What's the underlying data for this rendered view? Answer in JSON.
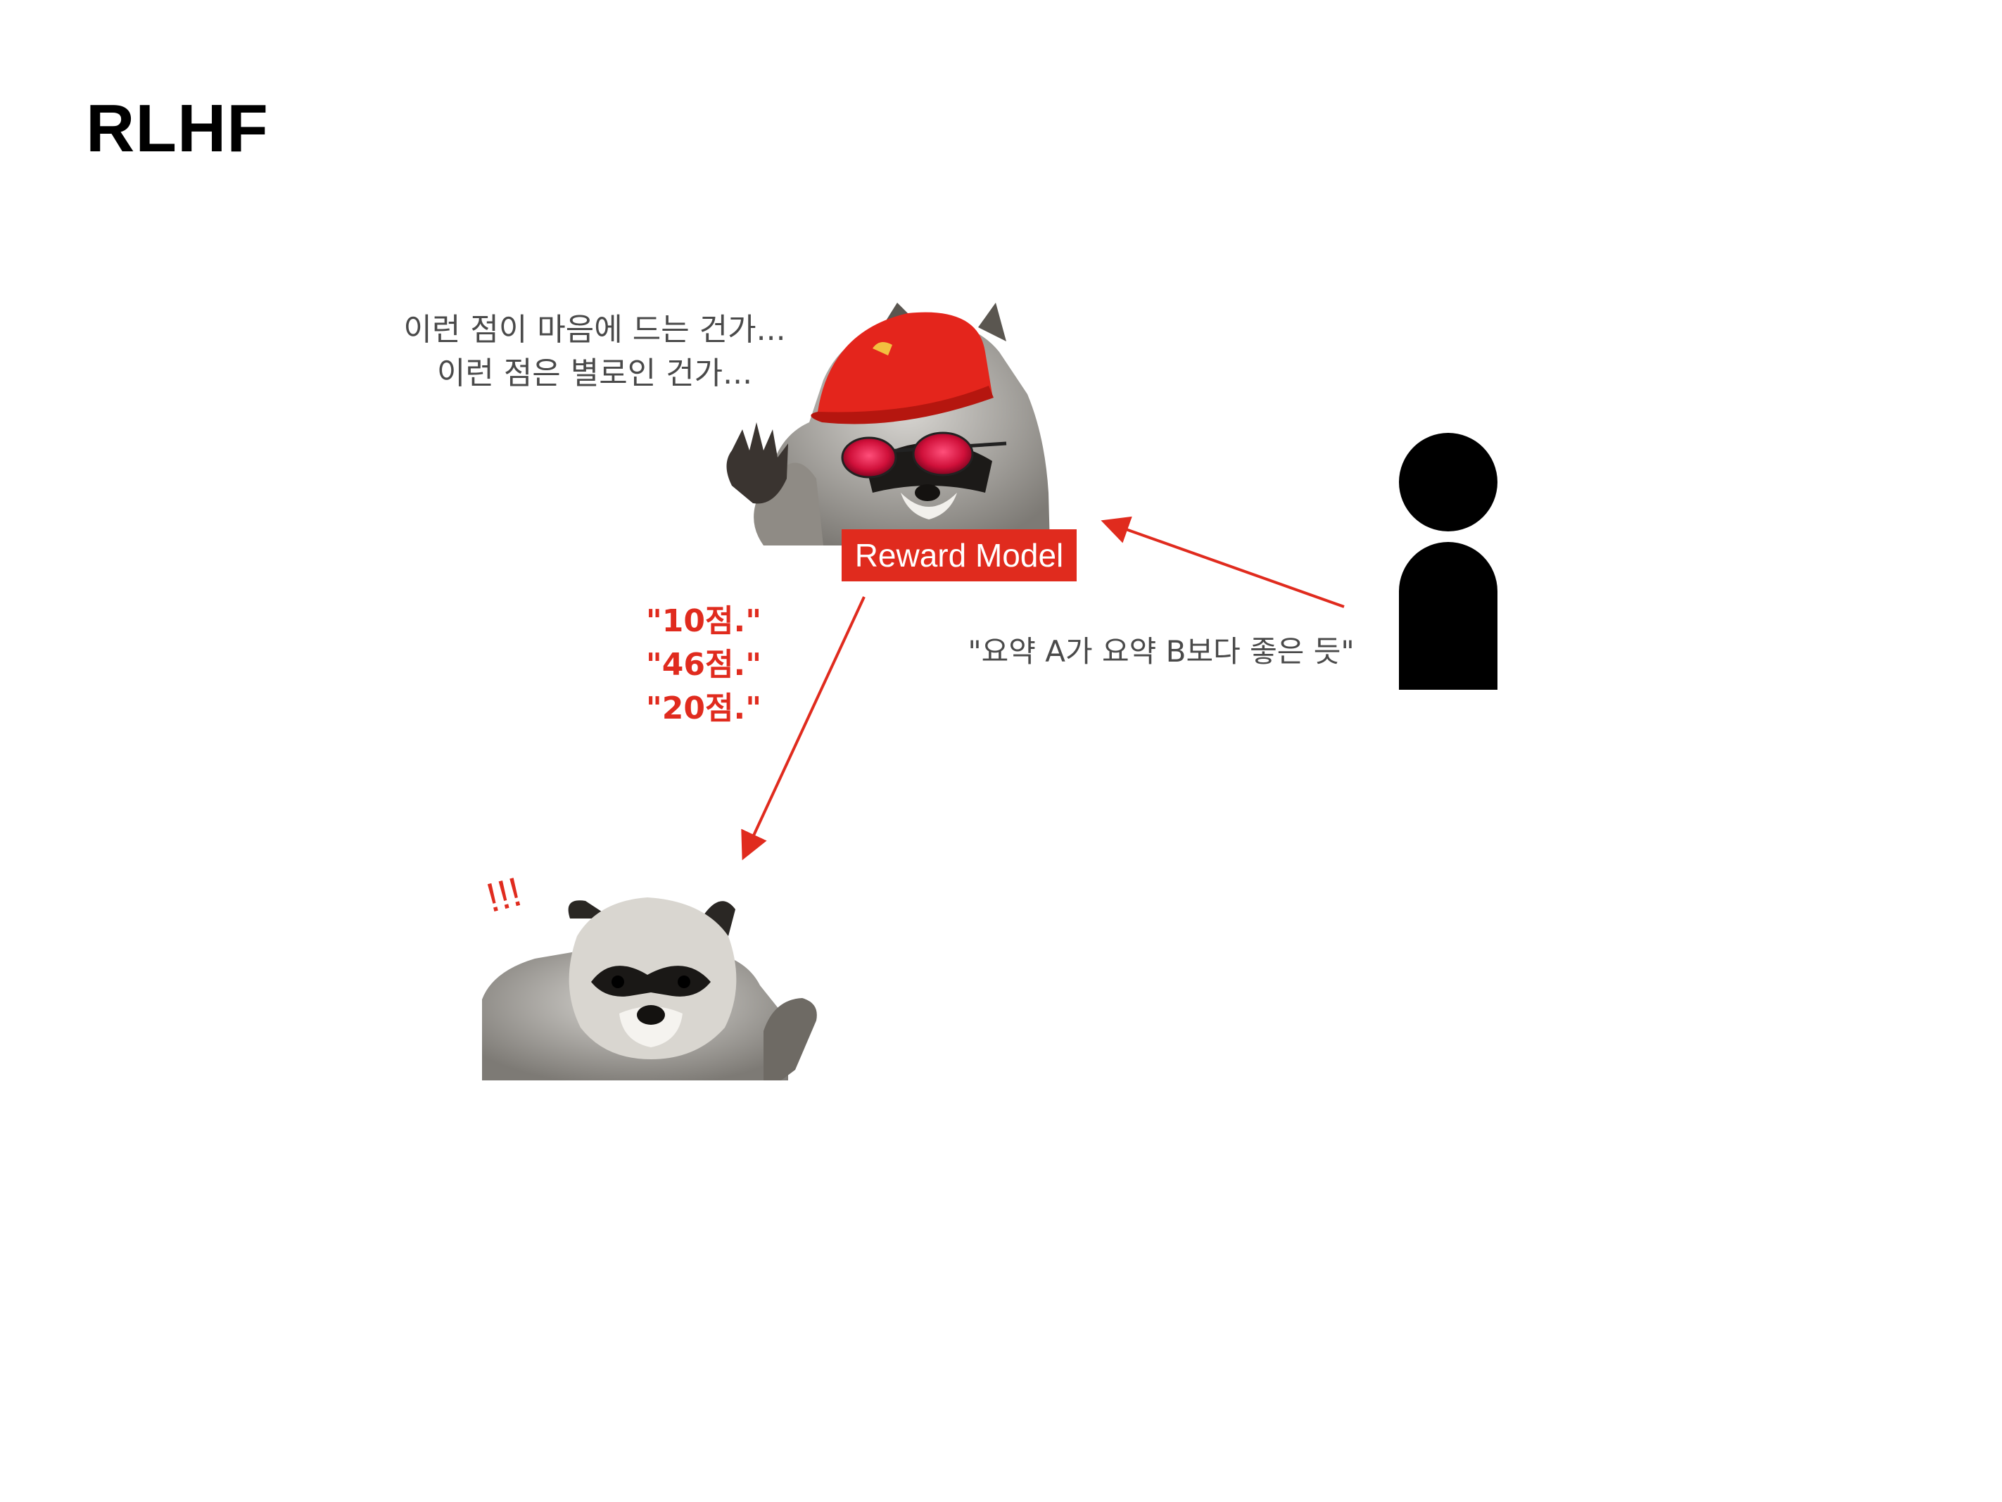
{
  "slide": {
    "title": "RLHF",
    "thought_line1": "이런 점이 마음에 드는 건가...",
    "thought_line2": "이런 점은 별로인 건가...",
    "reward_model_label": "Reward Model",
    "scores": [
      "\"10점.\"",
      "\"46점.\"",
      "\"20점.\""
    ],
    "human_feedback": "\"요약 A가 요약 B보다 좋은 듯\"",
    "exclamation": "!!!"
  },
  "colors": {
    "accent_red": "#e02b1e",
    "text_gray": "#4a4a4a",
    "human_icon": "#000000"
  },
  "icons": {
    "reward_model": "raccoon-with-red-cap-and-sunglasses-icon",
    "policy_model": "surprised-raccoon-icon",
    "human": "person-icon"
  }
}
